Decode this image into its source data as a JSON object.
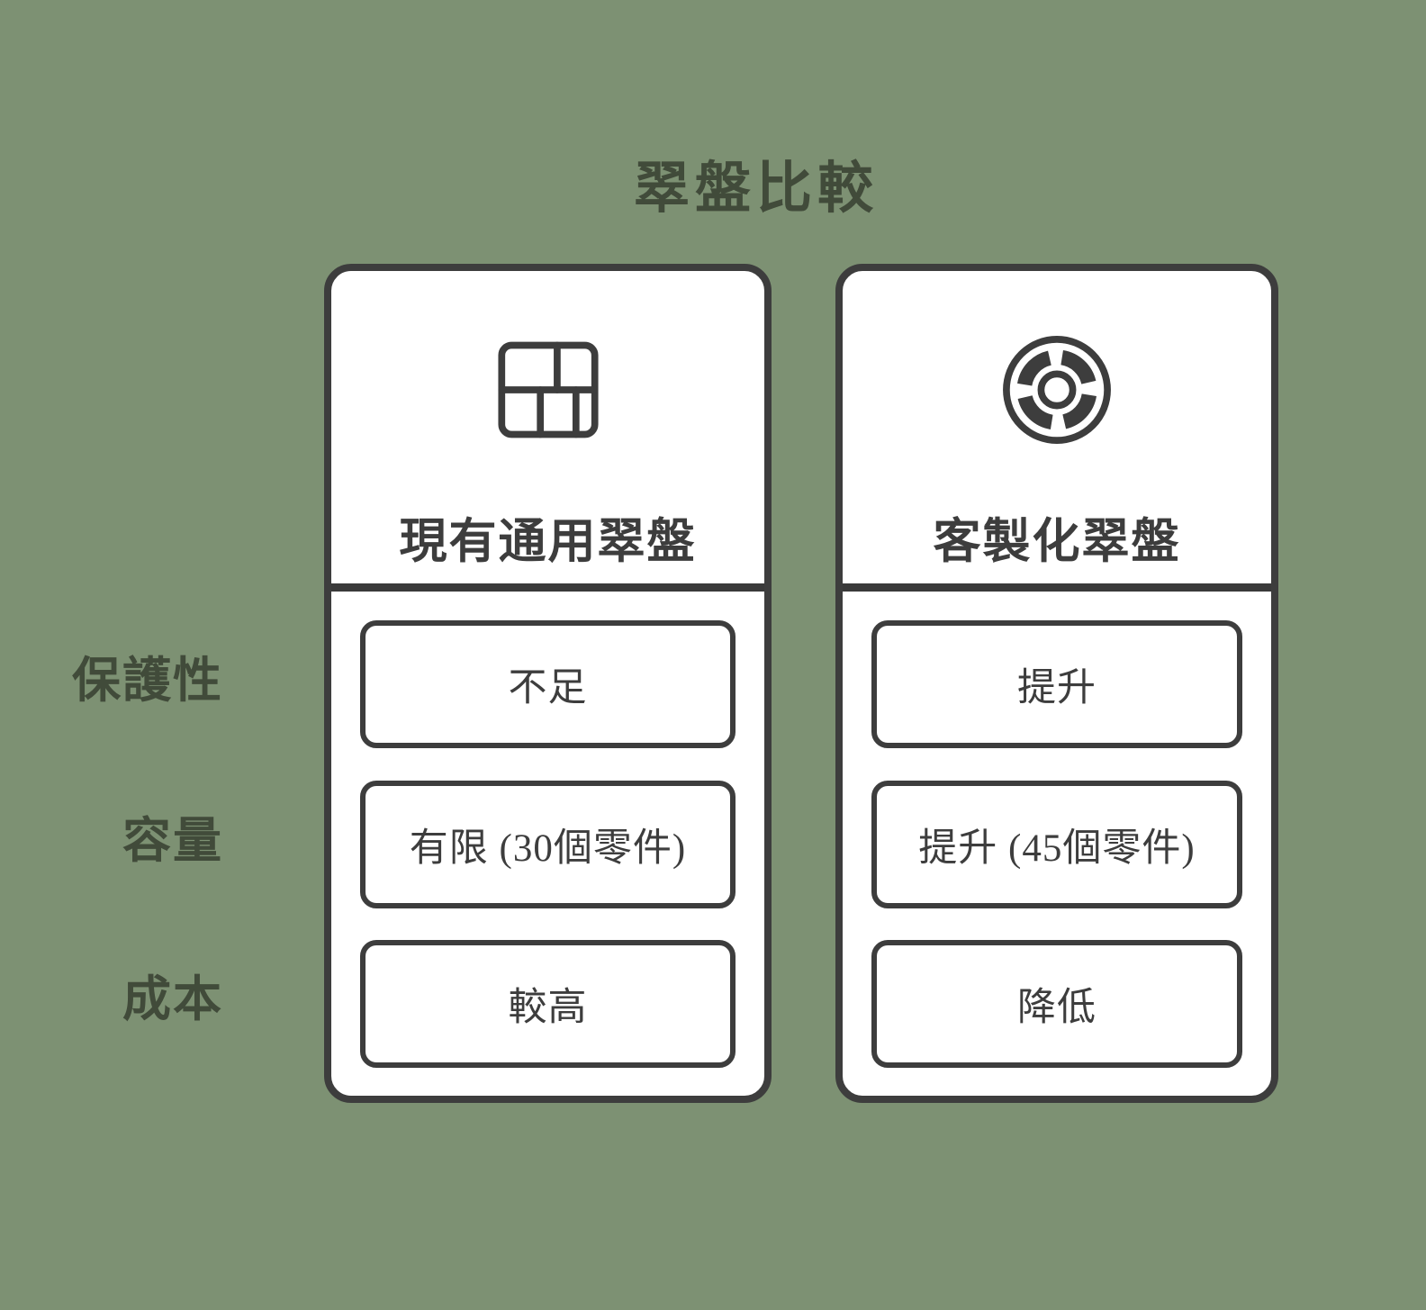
{
  "title": "翠盤比較",
  "row_labels": [
    "保護性",
    "容量",
    "成本"
  ],
  "cards": [
    {
      "title": "現有通用翠盤",
      "icon": "pallet-grid-icon",
      "values": [
        "不足",
        "有限 (30個零件)",
        "較高"
      ]
    },
    {
      "title": "客製化翠盤",
      "icon": "segmented-wheel-icon",
      "values": [
        "提升",
        "提升 (45個零件)",
        "降低"
      ]
    }
  ],
  "colors": {
    "background": "#7D9173",
    "card_background": "#FFFFFF",
    "stroke": "#3D3D3D",
    "label_text": "#414B3A"
  }
}
